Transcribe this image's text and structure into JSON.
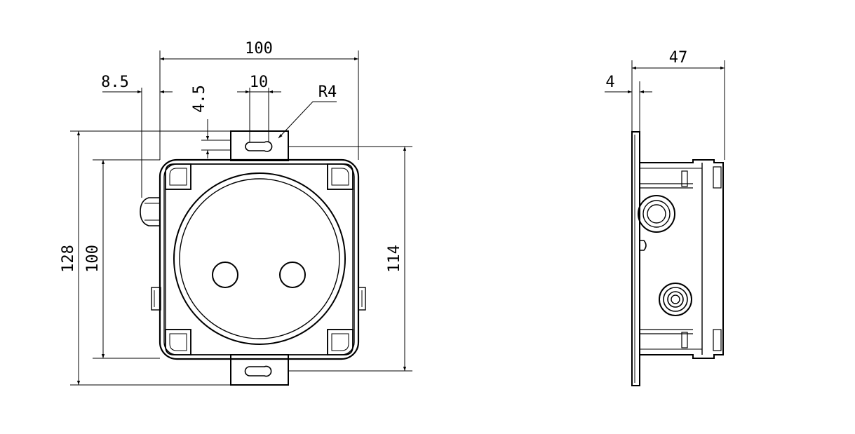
{
  "front_view": {
    "dims": {
      "width_overall": "100",
      "flange_offset": "8.5",
      "slot_width": "10",
      "slot_offset": "4.5",
      "slot_radius": "R4",
      "height_overall": "128",
      "height_body": "100",
      "height_mount": "114"
    }
  },
  "side_view": {
    "dims": {
      "depth_overall": "47",
      "flange_thickness": "4"
    }
  }
}
